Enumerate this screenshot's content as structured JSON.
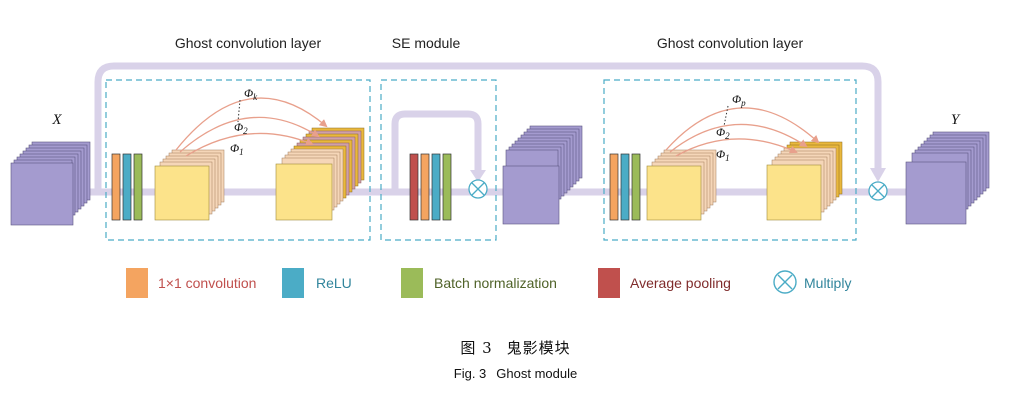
{
  "section_titles": {
    "ghost1": "Ghost convolution layer",
    "se": "SE module",
    "ghost2": "Ghost convolution layer"
  },
  "variables": {
    "input": "X",
    "output": "Y"
  },
  "phi_labels_left": [
    {
      "sym": "Φ",
      "sub": "k"
    },
    {
      "sym": "Φ",
      "sub": "2"
    },
    {
      "sym": "Φ",
      "sub": "1"
    }
  ],
  "phi_labels_right": [
    {
      "sym": "Φ",
      "sub": "p"
    },
    {
      "sym": "Φ",
      "sub": "2"
    },
    {
      "sym": "Φ",
      "sub": "1"
    }
  ],
  "legend": [
    {
      "label": "1×1 convolution",
      "color": "#f4a460",
      "text_color": "#c0504d"
    },
    {
      "label": "ReLU",
      "color": "#4bacc6",
      "text_color": "#31859c"
    },
    {
      "label": "Batch normalization",
      "color": "#9bbb59",
      "text_color": "#4f6228"
    },
    {
      "label": "Average pooling",
      "color": "#c0504d",
      "text_color": "#7f2b2b"
    },
    {
      "label": "Multiply",
      "symbol": "⊗",
      "color": "#4bacc6",
      "text_color": "#31859c"
    }
  ],
  "colors": {
    "orange": "#f4a460",
    "blue": "#4bacc6",
    "green": "#9bbb59",
    "red": "#c0504d",
    "purple": "#a49bcf",
    "yellow": "#fce38a",
    "gold": "#e9b83c",
    "pink_arrow": "#e8a08c",
    "dashed_box": "#4bacc6",
    "flow_arrow": "#d9d2e9"
  },
  "caption": {
    "cn_fig": "图 3",
    "cn_title": "鬼影模块",
    "en_fig": "Fig. 3",
    "en_title": "Ghost module"
  }
}
